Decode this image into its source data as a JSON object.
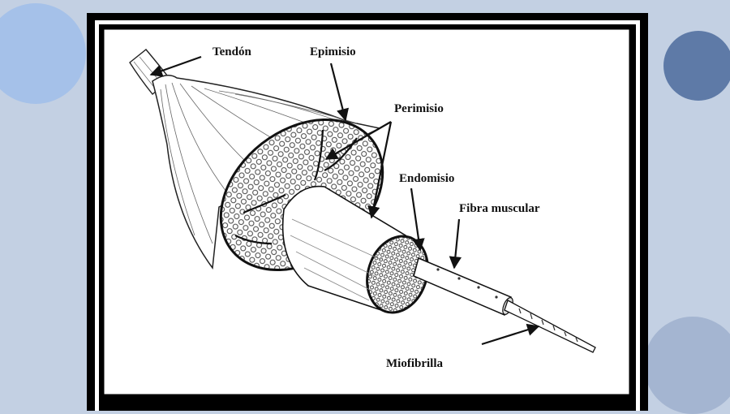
{
  "diagram": {
    "labels": {
      "tendon": "Tendón",
      "epimisio": "Epimisio",
      "perimisio": "Perimisio",
      "endomisio": "Endomisio",
      "fibra": "Fibra muscular",
      "miofibrilla": "Miofibrilla"
    },
    "colors": {
      "background": "#c3d0e3",
      "frame": "#000000",
      "paper": "#ffffff",
      "ink": "#111111"
    }
  }
}
